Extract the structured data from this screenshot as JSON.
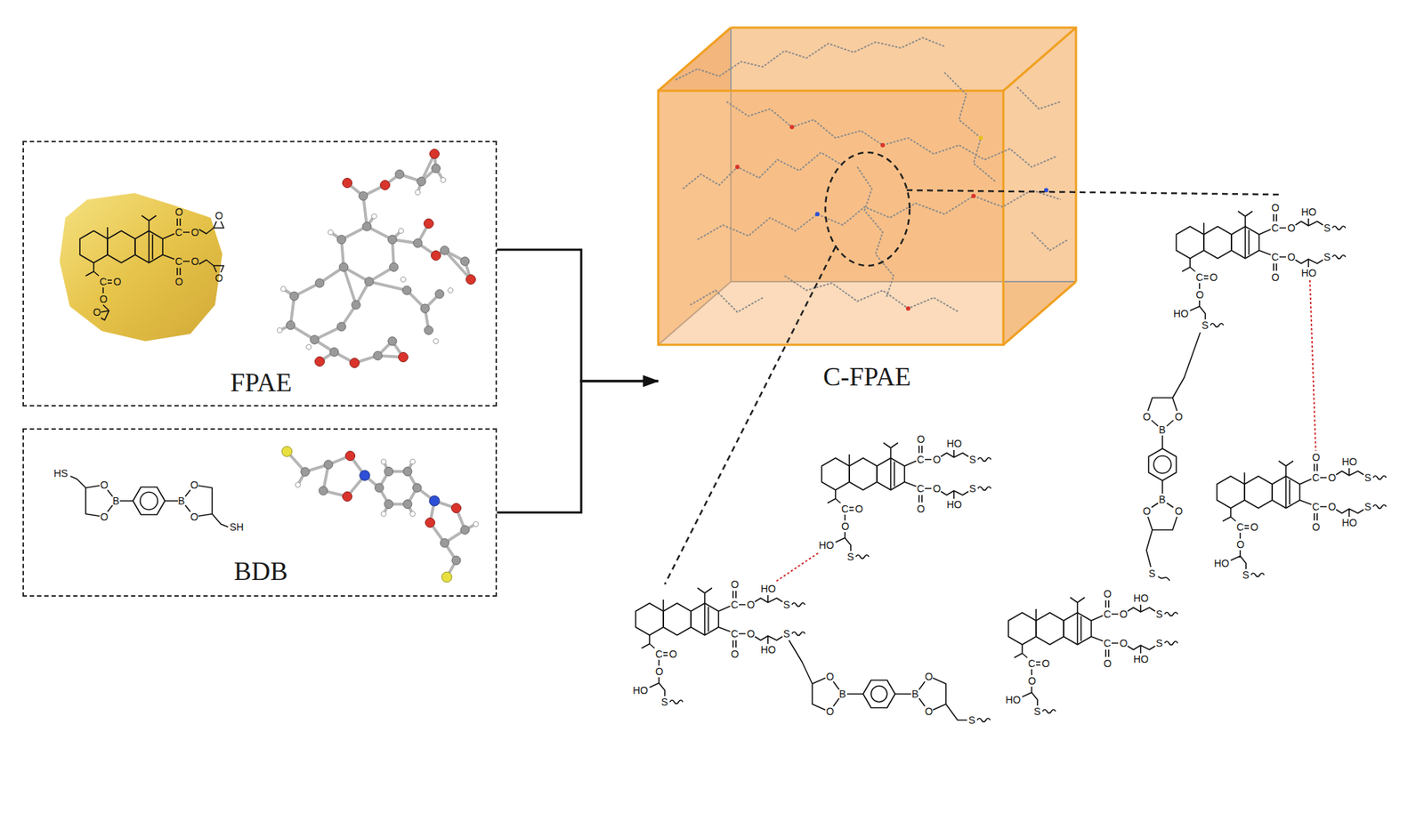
{
  "diagram": {
    "nodes": [
      {
        "text": [
          "FPAE"
        ]
      },
      {
        "text": [
          "BDB"
        ]
      },
      {
        "text": [
          "C-FPAE"
        ]
      }
    ],
    "edges": [
      {
        "from": 0,
        "to": 2,
        "arrow": "to"
      },
      {
        "from": 1,
        "to": 2,
        "arrow": "to"
      }
    ],
    "labels": [
      "O",
      "C",
      "O",
      "C",
      "O",
      "O",
      "C",
      "O",
      "O",
      "O",
      "O",
      "O",
      "HS",
      "O",
      "O",
      "B",
      "B",
      "O",
      "O",
      "SH",
      "O",
      "C",
      "O",
      "C",
      "O",
      "O",
      "C",
      "O",
      "O",
      "HO",
      "S",
      "HO",
      "S",
      "HO",
      "S",
      "O",
      "C",
      "O",
      "C",
      "O",
      "O",
      "C",
      "O",
      "O",
      "HO",
      "S",
      "HO",
      "S",
      "HO",
      "S",
      "O",
      "C",
      "O",
      "C",
      "O",
      "O",
      "C",
      "O",
      "O",
      "HO",
      "S",
      "HO",
      "S",
      "HO",
      "S",
      "O",
      "C",
      "O",
      "C",
      "O",
      "O",
      "C",
      "O",
      "O",
      "HO",
      "S",
      "HO",
      "S",
      "HO",
      "S",
      "O",
      "C",
      "O",
      "C",
      "O",
      "O",
      "C",
      "O",
      "O",
      "HO",
      "S",
      "HO",
      "S",
      "HO",
      "S",
      "O",
      "O",
      "B",
      "B",
      "O",
      "O",
      "S",
      "O",
      "O",
      "B",
      "B",
      "O",
      "O",
      "S"
    ]
  }
}
